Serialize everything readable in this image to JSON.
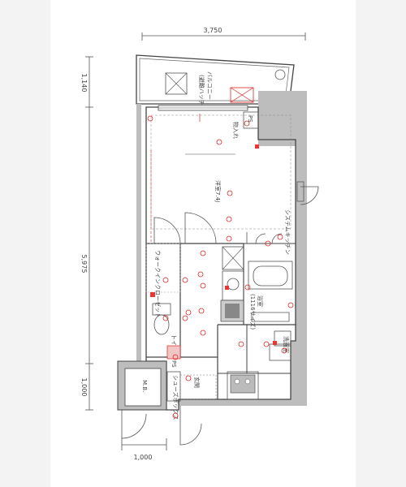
{
  "dimensions": {
    "top_width": "3,750",
    "left_balcony": "1,140",
    "left_main": "5,975",
    "left_entry": "1,000",
    "bottom_width": "1,000"
  },
  "rooms": {
    "balcony": "バルコニー",
    "balcony_note": "(避難ハッチ)",
    "living": "洋室7.4J",
    "closet": "ウォークインクローゼット",
    "toilet": "トイレ",
    "bath": "浴室",
    "bath_size": "(1116サイズ)",
    "wash": "洗面室",
    "entrance": "玄関",
    "shoe_box": "シューズボックス",
    "ps_top": "PS",
    "ps_mid": "PS",
    "mb": "M.B.",
    "storage": "物入れ",
    "kitchen_note": "システムキッチン"
  },
  "colors": {
    "wall_gray": "#bdbdbd",
    "outlet_red": "#e33",
    "line": "#444"
  }
}
